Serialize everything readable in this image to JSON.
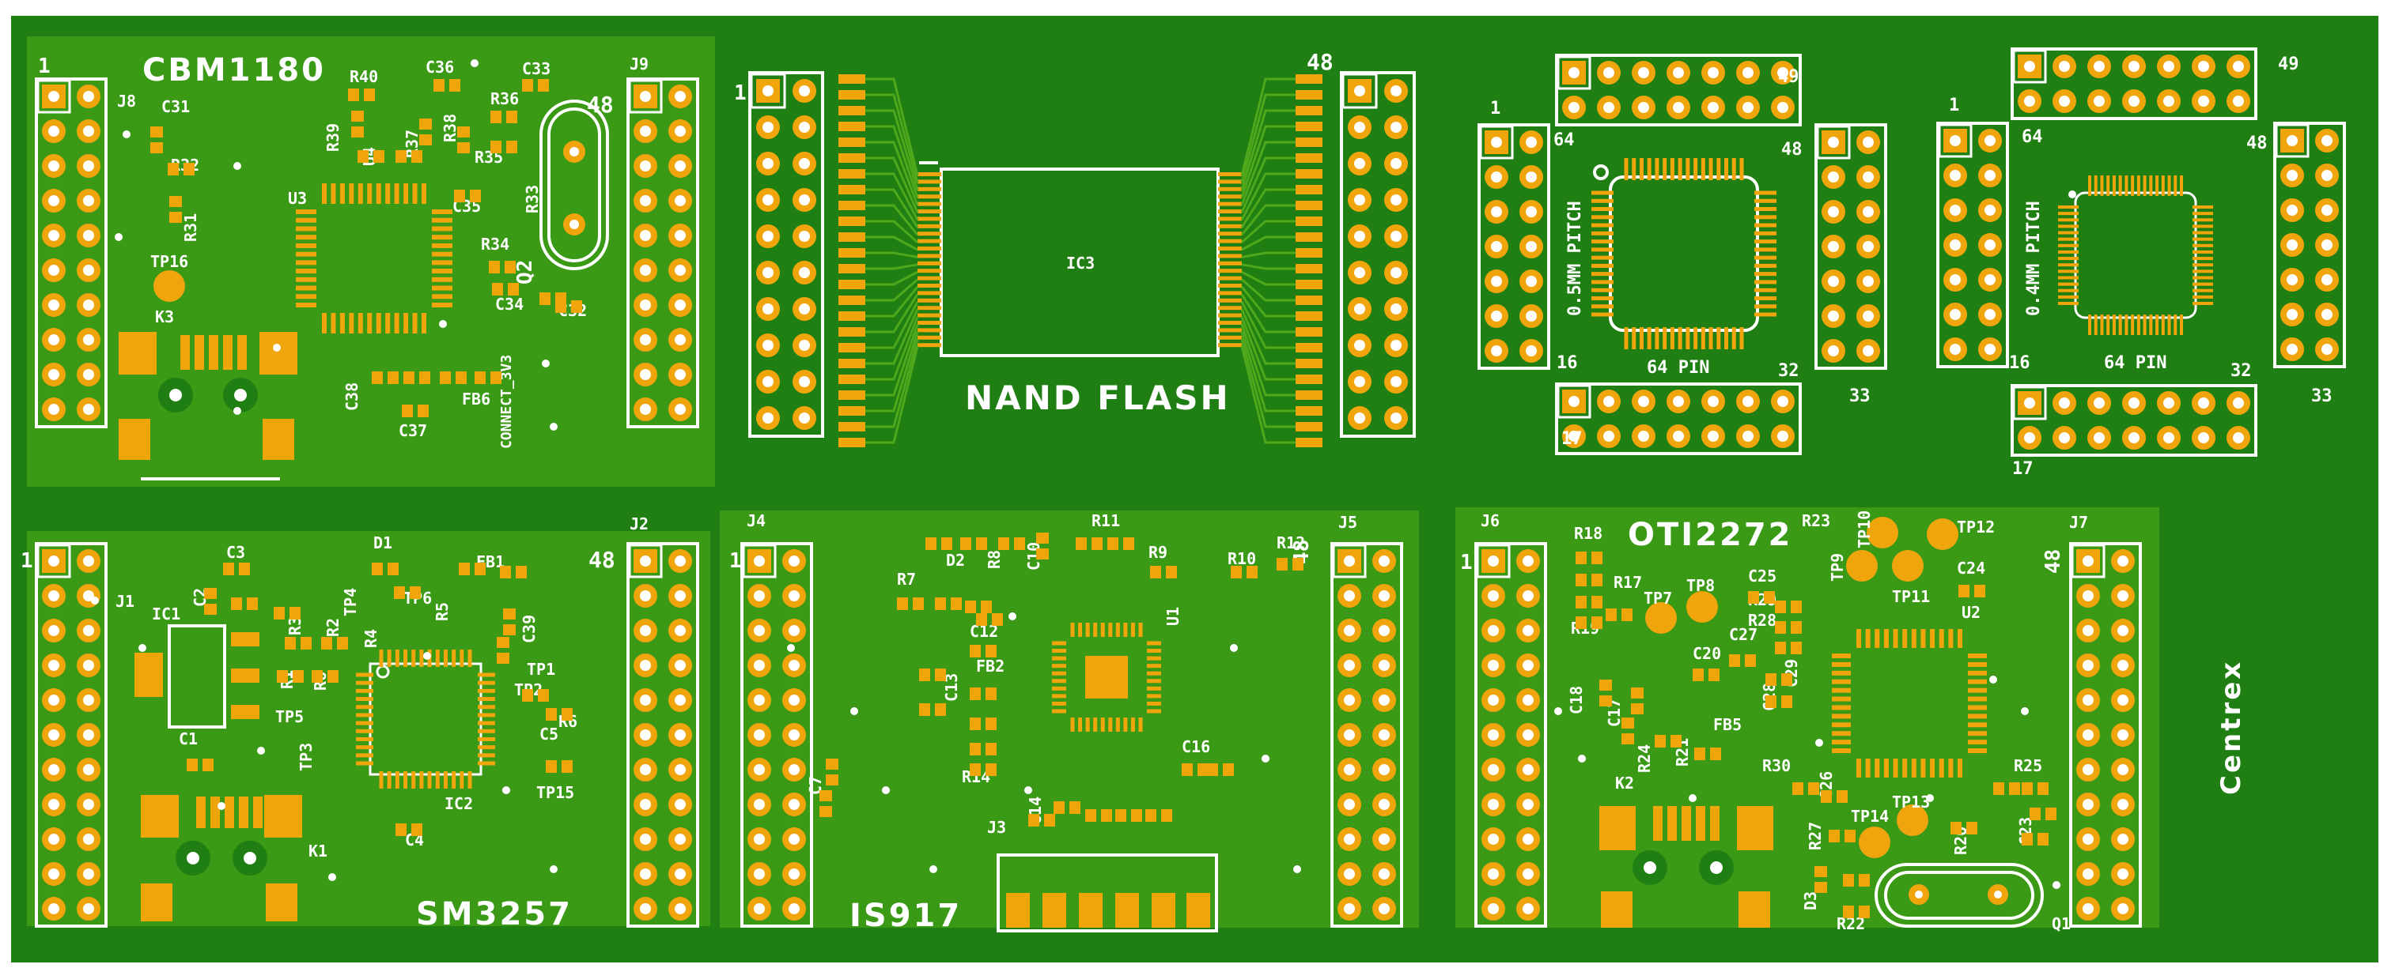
{
  "colors": {
    "board": "#1f7f12",
    "region": "#3a9a16",
    "copper": "#f0a50d",
    "silk": "#ffffff"
  },
  "titles": {
    "cbm1180": "CBM1180",
    "nand_flash": "NAND FLASH",
    "sm3257": "SM3257",
    "is917": "IS917",
    "oti2272": "OTI2272",
    "centrex": "Centrex"
  },
  "qfp1": {
    "pitch": "0.5MM PITCH",
    "pins": "64 PIN"
  },
  "qfp2": {
    "pitch": "0.4MM PITCH",
    "pins": "64 PIN"
  },
  "nand_ic": "IC3",
  "labels": {
    "one": "1",
    "fortyeight": "48",
    "fortynine": "49",
    "sixtyfour": "64",
    "sixteen": "16",
    "seventeen": "17",
    "thirtytwo": "32",
    "thirtythree": "33",
    "j1": "J1",
    "j2": "J2",
    "j4": "J4",
    "j5": "J5",
    "j6": "J6",
    "j7": "J7",
    "j8": "J8",
    "j9": "J9",
    "k1": "K1",
    "k2": "K2",
    "k3": "K3",
    "q1": "Q1",
    "q2": "Q2",
    "u1": "U1",
    "u2": "U2",
    "u3": "U3",
    "u4": "U4",
    "ic1": "IC1",
    "ic2": "IC2",
    "j3": "J3",
    "c1": "C1",
    "c2": "C2",
    "c3": "C3",
    "c4": "C4",
    "c5": "C5",
    "c7": "C7",
    "c10": "C10",
    "c12": "C12",
    "c13": "C13",
    "c14": "C14",
    "c16": "C16",
    "c17": "C17",
    "c18": "C18",
    "c20": "C20",
    "c23": "C23",
    "c24": "C24",
    "c25": "C25",
    "c26": "C26",
    "c27": "C27",
    "c28": "C28",
    "c29": "C29",
    "c31": "C31",
    "c32": "C32",
    "c33": "C33",
    "c34": "C34",
    "c35": "C35",
    "c36": "C36",
    "c37": "C37",
    "c38": "C38",
    "c39": "C39",
    "r1": "R1",
    "r2": "R2",
    "r3": "R3",
    "r4": "R4",
    "r5": "R5",
    "r6": "R6",
    "r7": "R7",
    "r8": "R8",
    "r9": "R9",
    "r10": "R10",
    "r11": "R11",
    "r12": "R12",
    "r14": "R14",
    "r17": "R17",
    "r18": "R18",
    "r19": "R19",
    "r20": "R20",
    "r21": "R21",
    "r22": "R22",
    "r23": "R23",
    "r24": "R24",
    "r25": "R25",
    "r27": "R27",
    "r28": "R28",
    "r29": "R29",
    "r30": "R30",
    "r31": "R31",
    "r32": "R32",
    "r33": "R33",
    "r34": "R34",
    "r35": "R35",
    "r36": "R36",
    "r37": "R37",
    "r38": "R38",
    "r39": "R39",
    "r40": "R40",
    "d1": "D1",
    "d2": "D2",
    "d3": "D3",
    "fb1": "FB1",
    "fb2": "FB2",
    "fb5": "FB5",
    "fb6": "FB6",
    "tp1": "TP1",
    "tp2": "TP2",
    "tp3": "TP3",
    "tp4": "TP4",
    "tp5": "TP5",
    "tp6": "TP6",
    "tp7": "TP7",
    "tp8": "TP8",
    "tp9": "TP9",
    "tp10": "TP10",
    "tp11": "TP11",
    "tp12": "TP12",
    "tp13": "TP13",
    "tp14": "TP14",
    "tp15": "TP15",
    "tp16": "TP16",
    "connect": "CONNECT_3V3"
  }
}
